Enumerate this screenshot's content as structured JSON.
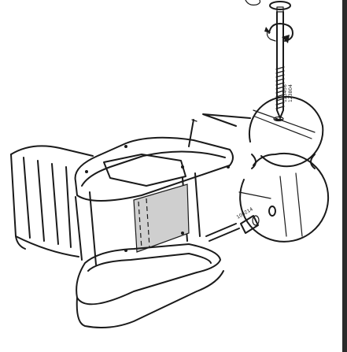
{
  "diagram": {
    "part_labels": {
      "bolt_primary": "123456",
      "bolt_secondary": "123804",
      "dowel": "100214"
    },
    "colors": {
      "line": "#1a1a1a",
      "seat_fill": "#cfcfcf",
      "background": "#ffffff"
    },
    "icons": {
      "rotation": "rotate-clockwise-arrow-icon"
    }
  }
}
